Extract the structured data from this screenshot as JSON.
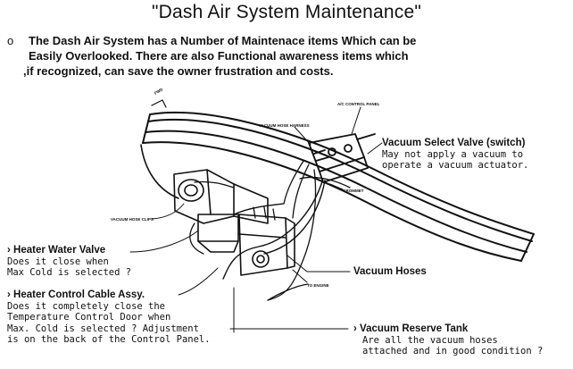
{
  "title": "\"Dash Air System Maintenance\"",
  "intro": {
    "bullet": "o",
    "lines": [
      "The Dash Air System has a Number of Maintenace items Which can be",
      "Easily Overlooked.  There are also Functional awareness  items which",
      ",if recognized, can save the owner frustration and costs."
    ]
  },
  "diagram_labels": {
    "fwd": "FWD",
    "vacuum_hose_harness": "VACUUM HOSE HARNESS",
    "ac_control_panel": "A/C CONTROL PANEL",
    "grommet": "GROMMET",
    "vacuum_hose_clips": "VACUUM HOSE CLIPS",
    "to_engine": "TO ENGINE"
  },
  "callouts": {
    "vacuum_select_valve": {
      "head": "Vacuum Select Valve (switch)",
      "lines": [
        "May not apply a vacuum to",
        "operate a vacuum actuator."
      ]
    },
    "heater_water_valve": {
      "head": "Heater Water Valve",
      "lines": [
        "Does it close when",
        "Max Cold is selected ?"
      ]
    },
    "heater_control_cable": {
      "head": "Heater Control Cable Assy.",
      "lines": [
        "Does it completely close the",
        "Temperature Control Door when",
        "Max. Cold is selected ?  Adjustment",
        "is on the back of the Control Panel."
      ]
    },
    "vacuum_hoses": {
      "head": "Vacuum Hoses"
    },
    "vacuum_reserve_tank": {
      "head": "Vacuum Reserve Tank",
      "lines": [
        "Are all the vacuum hoses",
        "attached and in good condition ?"
      ]
    }
  }
}
